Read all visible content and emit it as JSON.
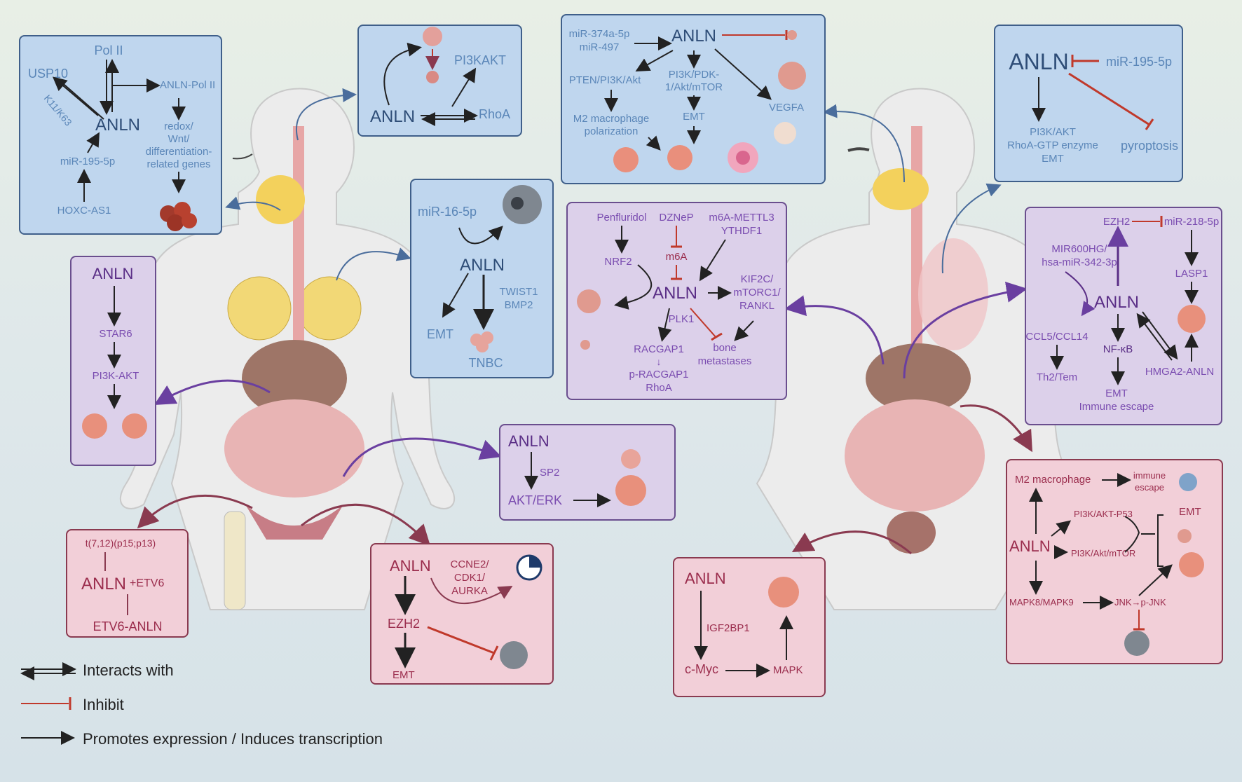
{
  "legend": {
    "interacts": "Interacts with",
    "inhibit": "Inhibit",
    "promotes": "Promotes expression / Induces transcription"
  },
  "p1": {
    "pol": "Pol II",
    "usp10": "USP10",
    "k11": "K11/K63",
    "anln": "ANLN",
    "anlnpol": "ANLN-Pol II",
    "genes": [
      "redox/",
      "Wnt/",
      "differentiation-",
      "related genes"
    ],
    "mir": "miR-195-5p",
    "hoxc": "HOXC-AS1"
  },
  "p2": {
    "pi3k": "PI3KAKT",
    "anln": "ANLN",
    "rhoa": "RhoA"
  },
  "p3": {
    "mir16": "miR-16-5p",
    "anln": "ANLN",
    "twist": "TWIST1",
    "bmp2": "BMP2",
    "emt": "EMT",
    "tnbc": "TNBC"
  },
  "p4": {
    "mir374": "miR-374a-5p",
    "mir497": "miR-497",
    "anln": "ANLN",
    "pten": "PTEN/PI3K/Akt",
    "pdk": [
      "PI3K/PDK-",
      "1/Akt/mTOR"
    ],
    "vegfa": "VEGFA",
    "m2": [
      "M2 macrophage",
      "polarization"
    ],
    "emt": "EMT"
  },
  "p5": {
    "anln": "ANLN",
    "mir": "miR-195-5p",
    "path": [
      "PI3K/AKT",
      "RhoA-GTP enzyme",
      "EMT"
    ],
    "pyro": "pyroptosis"
  },
  "p6": {
    "anln": "ANLN",
    "star6": "STAR6",
    "pi3k": "PI3K-AKT"
  },
  "p7": {
    "pen": "Penfluridol",
    "dznep": "DZNeP",
    "m6a_m": [
      "m6A-METTL3",
      "YTHDF1"
    ],
    "nrf2": "NRF2",
    "m6a": "m6A",
    "anln": "ANLN",
    "kif": [
      "KIF2C/",
      "mTORC1/",
      "RANKL"
    ],
    "plk1": "PLK1",
    "racgap": "RACGAP1",
    "arr": "↓",
    "pracgap": "p-RACGAP1",
    "rhoa": "RhoA",
    "bone": [
      "bone",
      "metastases"
    ]
  },
  "p8": {
    "ezh2": "EZH2",
    "mir218": "miR-218-5p",
    "mir600": [
      "MIR600HG/",
      "hsa-miR-342-3p"
    ],
    "lasp1": "LASP1",
    "anln": "ANLN",
    "ccl": "CCL5/CCL14",
    "nfkb": "NF-κB",
    "th2": "Th2/Tem",
    "hmga": "HMGA2-ANLN",
    "emt": "EMT",
    "esc": "Immune escape"
  },
  "p9": {
    "anln": "ANLN",
    "sp2": "SP2",
    "akt": "AKT/ERK"
  },
  "p10": {
    "t712": "t(7,12)(p15;p13)",
    "anln": "ANLN",
    "etv6": "+ETV6",
    "fusion": "ETV6-ANLN"
  },
  "p11": {
    "anln": "ANLN",
    "ccne": [
      "CCNE2/",
      "CDK1/",
      "AURKA"
    ],
    "ezh2": "EZH2",
    "emt": "EMT"
  },
  "p12": {
    "anln": "ANLN",
    "igf": "IGF2BP1",
    "myc": "c-Myc",
    "mapk": "MAPK"
  },
  "p13": {
    "m2": "M2 macrophage",
    "immune": [
      "immune",
      "escape"
    ],
    "p53": "PI3K/AKT-P53",
    "emt": "EMT",
    "anln": "ANLN",
    "mtor": "PI3K/Akt/mTOR",
    "mapk89": "MAPK8/MAPK9",
    "jnk": "JNK→p-JNK"
  }
}
